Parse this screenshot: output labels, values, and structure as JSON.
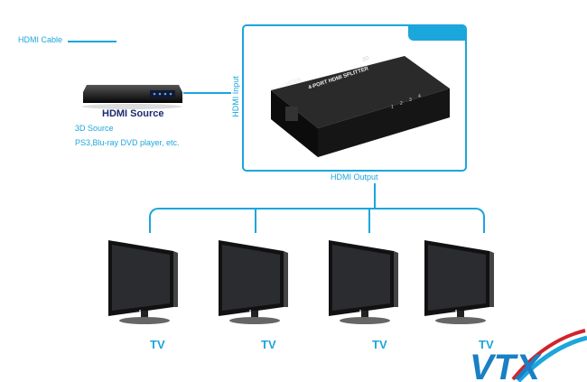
{
  "legend": {
    "label": "HDMI Cable"
  },
  "source": {
    "title": "HDMI Source",
    "line1": "3D  Source",
    "line2": "PS3,Blu-ray DVD player, etc."
  },
  "splitter": {
    "input_label": "HDMI Input",
    "output_label": "HDMI Output",
    "device_brand": "HDMI",
    "device_text": "4-PORT HDMI SPLITTER",
    "ports": [
      "1",
      "2",
      "3",
      "4"
    ]
  },
  "tvs": [
    {
      "label": "TV"
    },
    {
      "label": "TV"
    },
    {
      "label": "TV"
    },
    {
      "label": "TV"
    }
  ],
  "logo": {
    "text": "VTX"
  },
  "colors": {
    "accent": "#1ba6dc",
    "navy": "#1c2a6e",
    "logo_red": "#d2232a"
  }
}
